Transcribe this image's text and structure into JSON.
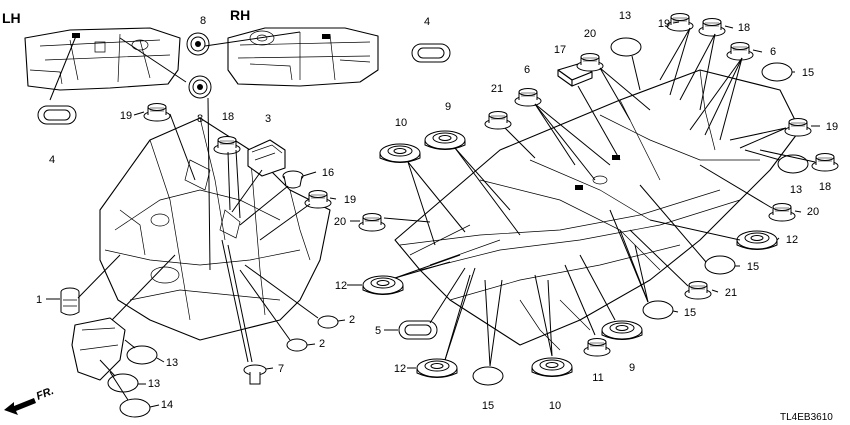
{
  "headers": {
    "lh": "LH",
    "rh": "RH"
  },
  "direction": {
    "label": "FR."
  },
  "diagram_code": "TL4EB3610",
  "callouts": {
    "c1": "1",
    "c2a": "2",
    "c2b": "2",
    "c3": "3",
    "c4a": "4",
    "c4b": "4",
    "c5": "5",
    "c6a": "6",
    "c6b": "6",
    "c7": "7",
    "c8a": "8",
    "c8b": "8",
    "c9a": "9",
    "c9b": "9",
    "c10a": "10",
    "c10b": "10",
    "c11": "11",
    "c12a": "12",
    "c12b": "12",
    "c12c": "12",
    "c13a": "13",
    "c13b": "13",
    "c13c": "13",
    "c13d": "13",
    "c14": "14",
    "c15a": "15",
    "c15b": "15",
    "c15c": "15",
    "c15d": "15",
    "c16": "16",
    "c17": "17",
    "c18a": "18",
    "c18b": "18",
    "c18c": "18",
    "c19a": "19",
    "c19b": "19",
    "c19c": "19",
    "c19d": "19",
    "c20a": "20",
    "c20b": "20",
    "c21a": "21",
    "c21b": "21"
  }
}
